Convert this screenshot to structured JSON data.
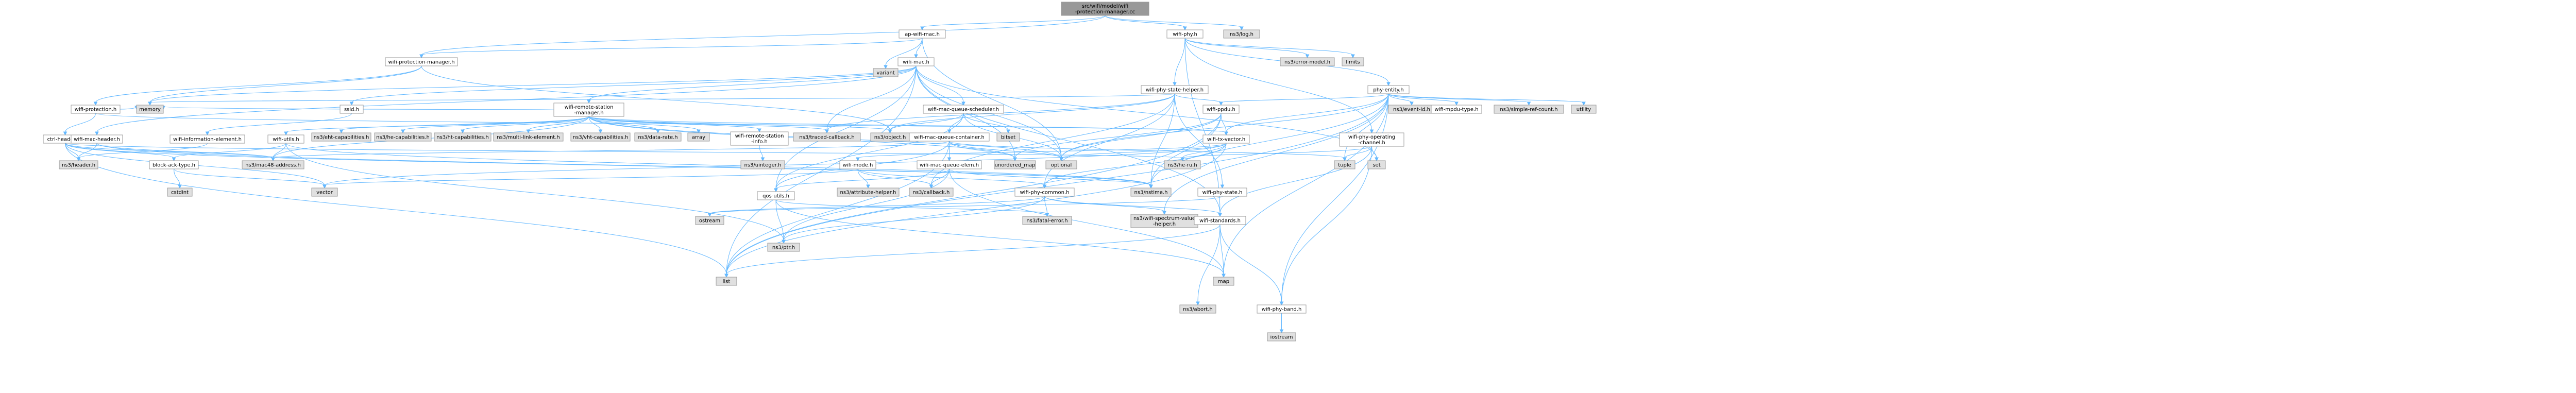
{
  "colors": {
    "root_fill": "#999999",
    "local_fill": "#ffffff",
    "system_fill": "#e0e0e0",
    "border": "#999999",
    "edge": "#63b8ff"
  },
  "nodes": [
    {
      "id": "root",
      "lines": [
        "src/wifi/model/wifi",
        "-protection-manager.cc"
      ],
      "kind": "root"
    },
    {
      "id": "ap_wifi_mac",
      "lines": [
        "ap-wifi-mac.h"
      ],
      "kind": "local"
    },
    {
      "id": "wifi_phy",
      "lines": [
        "wifi-phy.h"
      ],
      "kind": "local"
    },
    {
      "id": "ns3_log",
      "lines": [
        "ns3/log.h"
      ],
      "kind": "system"
    },
    {
      "id": "wifi_protection_manager",
      "lines": [
        "wifi-protection-manager.h"
      ],
      "kind": "local"
    },
    {
      "id": "wifi_mac",
      "lines": [
        "wifi-mac.h"
      ],
      "kind": "local"
    },
    {
      "id": "variant",
      "lines": [
        "variant"
      ],
      "kind": "system"
    },
    {
      "id": "ns3_error_model",
      "lines": [
        "ns3/error-model.h"
      ],
      "kind": "system"
    },
    {
      "id": "limits",
      "lines": [
        "limits"
      ],
      "kind": "system"
    },
    {
      "id": "wifi_phy_state_helper",
      "lines": [
        "wifi-phy-state-helper.h"
      ],
      "kind": "local"
    },
    {
      "id": "phy_entity",
      "lines": [
        "phy-entity.h"
      ],
      "kind": "local"
    },
    {
      "id": "wifi_protection",
      "lines": [
        "wifi-protection.h"
      ],
      "kind": "local"
    },
    {
      "id": "memory",
      "lines": [
        "memory"
      ],
      "kind": "system"
    },
    {
      "id": "ssid",
      "lines": [
        "ssid.h"
      ],
      "kind": "local"
    },
    {
      "id": "wifi_remote_station_manager",
      "lines": [
        "wifi-remote-station",
        "-manager.h"
      ],
      "kind": "local"
    },
    {
      "id": "wifi_mac_queue_scheduler",
      "lines": [
        "wifi-mac-queue-scheduler.h"
      ],
      "kind": "local"
    },
    {
      "id": "wifi_ppdu",
      "lines": [
        "wifi-ppdu.h"
      ],
      "kind": "local"
    },
    {
      "id": "ns3_event_id",
      "lines": [
        "ns3/event-id.h"
      ],
      "kind": "system"
    },
    {
      "id": "wifi_mpdu_type",
      "lines": [
        "wifi-mpdu-type.h"
      ],
      "kind": "local"
    },
    {
      "id": "ns3_simple_ref_count",
      "lines": [
        "ns3/simple-ref-count.h"
      ],
      "kind": "system"
    },
    {
      "id": "utility",
      "lines": [
        "utility"
      ],
      "kind": "system"
    },
    {
      "id": "ctrl_headers",
      "lines": [
        "ctrl-headers.h"
      ],
      "kind": "local"
    },
    {
      "id": "wifi_mac_header",
      "lines": [
        "wifi-mac-header.h"
      ],
      "kind": "local"
    },
    {
      "id": "wifi_information_element",
      "lines": [
        "wifi-information-element.h"
      ],
      "kind": "local"
    },
    {
      "id": "wifi_utils",
      "lines": [
        "wifi-utils.h"
      ],
      "kind": "local"
    },
    {
      "id": "ns3_eht_capabilities",
      "lines": [
        "ns3/eht-capabilities.h"
      ],
      "kind": "system"
    },
    {
      "id": "ns3_he_capabilities",
      "lines": [
        "ns3/he-capabilities.h"
      ],
      "kind": "system"
    },
    {
      "id": "ns3_ht_capabilities",
      "lines": [
        "ns3/ht-capabilities.h"
      ],
      "kind": "system"
    },
    {
      "id": "ns3_multi_link_element",
      "lines": [
        "ns3/multi-link-element.h"
      ],
      "kind": "system"
    },
    {
      "id": "ns3_vht_capabilities",
      "lines": [
        "ns3/vht-capabilities.h"
      ],
      "kind": "system"
    },
    {
      "id": "ns3_data_rate",
      "lines": [
        "ns3/data-rate.h"
      ],
      "kind": "system"
    },
    {
      "id": "array",
      "lines": [
        "array"
      ],
      "kind": "system"
    },
    {
      "id": "wifi_remote_station_info",
      "lines": [
        "wifi-remote-station",
        "-info.h"
      ],
      "kind": "local"
    },
    {
      "id": "ns3_traced_callback",
      "lines": [
        "ns3/traced-callback.h"
      ],
      "kind": "system"
    },
    {
      "id": "ns3_object",
      "lines": [
        "ns3/object.h"
      ],
      "kind": "system"
    },
    {
      "id": "wifi_mac_queue_container",
      "lines": [
        "wifi-mac-queue-container.h"
      ],
      "kind": "local"
    },
    {
      "id": "bitset",
      "lines": [
        "bitset"
      ],
      "kind": "system"
    },
    {
      "id": "wifi_tx_vector",
      "lines": [
        "wifi-tx-vector.h"
      ],
      "kind": "local"
    },
    {
      "id": "wifi_phy_operating_channel",
      "lines": [
        "wifi-phy-operating",
        "-channel.h"
      ],
      "kind": "local"
    },
    {
      "id": "ns3_header",
      "lines": [
        "ns3/header.h"
      ],
      "kind": "system"
    },
    {
      "id": "block_ack_type",
      "lines": [
        "block-ack-type.h"
      ],
      "kind": "local"
    },
    {
      "id": "ns3_mac48_address",
      "lines": [
        "ns3/mac48-address.h"
      ],
      "kind": "system"
    },
    {
      "id": "ns3_uinteger",
      "lines": [
        "ns3/uinteger.h"
      ],
      "kind": "system"
    },
    {
      "id": "wifi_mode",
      "lines": [
        "wifi-mode.h"
      ],
      "kind": "local"
    },
    {
      "id": "wifi_mac_queue_elem",
      "lines": [
        "wifi-mac-queue-elem.h"
      ],
      "kind": "local"
    },
    {
      "id": "unordered_map",
      "lines": [
        "unordered_map"
      ],
      "kind": "system"
    },
    {
      "id": "optional",
      "lines": [
        "optional"
      ],
      "kind": "system"
    },
    {
      "id": "ns3_he_ru",
      "lines": [
        "ns3/he-ru.h"
      ],
      "kind": "system"
    },
    {
      "id": "tuple",
      "lines": [
        "tuple"
      ],
      "kind": "system"
    },
    {
      "id": "set",
      "lines": [
        "set"
      ],
      "kind": "system"
    },
    {
      "id": "cstdint",
      "lines": [
        "cstdint"
      ],
      "kind": "system"
    },
    {
      "id": "vector",
      "lines": [
        "vector"
      ],
      "kind": "system"
    },
    {
      "id": "ns3_attribute_helper",
      "lines": [
        "ns3/attribute-helper.h"
      ],
      "kind": "system"
    },
    {
      "id": "ns3_callback",
      "lines": [
        "ns3/callback.h"
      ],
      "kind": "system"
    },
    {
      "id": "ns3_nstime",
      "lines": [
        "ns3/nstime.h"
      ],
      "kind": "system"
    },
    {
      "id": "qos_utils",
      "lines": [
        "qos-utils.h"
      ],
      "kind": "local"
    },
    {
      "id": "wifi_phy_common",
      "lines": [
        "wifi-phy-common.h"
      ],
      "kind": "local"
    },
    {
      "id": "wifi_phy_state",
      "lines": [
        "wifi-phy-state.h"
      ],
      "kind": "local"
    },
    {
      "id": "ostream",
      "lines": [
        "ostream"
      ],
      "kind": "system"
    },
    {
      "id": "ns3_fatal_error",
      "lines": [
        "ns3/fatal-error.h"
      ],
      "kind": "system"
    },
    {
      "id": "ns3_wifi_spectrum_value_helper",
      "lines": [
        "ns3/wifi-spectrum-value",
        "-helper.h"
      ],
      "kind": "system"
    },
    {
      "id": "wifi_standards",
      "lines": [
        "wifi-standards.h"
      ],
      "kind": "local"
    },
    {
      "id": "ns3_ptr",
      "lines": [
        "ns3/ptr.h"
      ],
      "kind": "system"
    },
    {
      "id": "list",
      "lines": [
        "list"
      ],
      "kind": "system"
    },
    {
      "id": "map",
      "lines": [
        "map"
      ],
      "kind": "system"
    },
    {
      "id": "ns3_abort",
      "lines": [
        "ns3/abort.h"
      ],
      "kind": "system"
    },
    {
      "id": "wifi_phy_band",
      "lines": [
        "wifi-phy-band.h"
      ],
      "kind": "local"
    },
    {
      "id": "iostream",
      "lines": [
        "iostream"
      ],
      "kind": "system"
    }
  ],
  "edges": [
    [
      "root",
      "ap_wifi_mac"
    ],
    [
      "root",
      "wifi_phy"
    ],
    [
      "root",
      "ns3_log"
    ],
    [
      "root",
      "wifi_protection_manager"
    ],
    [
      "ap_wifi_mac",
      "wifi_mac"
    ],
    [
      "ap_wifi_mac",
      "variant"
    ],
    [
      "ap_wifi_mac",
      "wifi_protection_manager"
    ],
    [
      "ap_wifi_mac",
      "optional"
    ],
    [
      "wifi_phy",
      "ns3_error_model"
    ],
    [
      "wifi_phy",
      "limits"
    ],
    [
      "wifi_phy",
      "wifi_phy_state_helper"
    ],
    [
      "wifi_phy",
      "phy_entity"
    ],
    [
      "wifi_phy",
      "wifi_phy_operating_channel"
    ],
    [
      "wifi_phy",
      "wifi_standards"
    ],
    [
      "wifi_protection_manager",
      "wifi_protection"
    ],
    [
      "wifi_protection_manager",
      "memory"
    ],
    [
      "wifi_protection_manager",
      "ns3_object"
    ],
    [
      "wifi_mac",
      "ssid"
    ],
    [
      "wifi_mac",
      "wifi_remote_station_manager"
    ],
    [
      "wifi_mac",
      "wifi_mac_queue_scheduler"
    ],
    [
      "wifi_mac",
      "wifi_standards"
    ],
    [
      "wifi_mac",
      "memory"
    ],
    [
      "wifi_mac",
      "qos_utils"
    ],
    [
      "wifi_mac",
      "ns3_traced_callback"
    ],
    [
      "wifi_mac",
      "wifi_mac_header"
    ],
    [
      "wifi_mac",
      "unordered_map"
    ],
    [
      "wifi_mac",
      "optional"
    ],
    [
      "wifi_mac",
      "set"
    ],
    [
      "wifi_mac",
      "list"
    ],
    [
      "wifi_phy_state_helper",
      "wifi_ppdu"
    ],
    [
      "wifi_phy_state_helper",
      "ns3_object"
    ],
    [
      "wifi_phy_state_helper",
      "wifi_phy_state"
    ],
    [
      "wifi_phy_state_helper",
      "ns3_traced_callback"
    ],
    [
      "wifi_phy_state_helper",
      "ns3_callback"
    ],
    [
      "wifi_phy_state_helper",
      "ns3_nstime"
    ],
    [
      "wifi_phy_state_helper",
      "wifi_phy_common"
    ],
    [
      "wifi_phy_state_helper",
      "memory"
    ],
    [
      "phy_entity",
      "wifi_ppdu"
    ],
    [
      "phy_entity",
      "wifi_tx_vector"
    ],
    [
      "phy_entity",
      "wifi_phy_band"
    ],
    [
      "phy_entity",
      "ns3_event_id"
    ],
    [
      "phy_entity",
      "wifi_mpdu_type"
    ],
    [
      "phy_entity",
      "ns3_simple_ref_count"
    ],
    [
      "phy_entity",
      "utility"
    ],
    [
      "phy_entity",
      "list"
    ],
    [
      "phy_entity",
      "map"
    ],
    [
      "phy_entity",
      "tuple"
    ],
    [
      "phy_entity",
      "ns3_nstime"
    ],
    [
      "phy_entity",
      "ns3_wifi_spectrum_value_helper"
    ],
    [
      "phy_entity",
      "optional"
    ],
    [
      "wifi_protection",
      "ctrl_headers"
    ],
    [
      "wifi_protection",
      "wifi_tx_vector"
    ],
    [
      "wifi_protection",
      "memory"
    ],
    [
      "ssid",
      "wifi_information_element"
    ],
    [
      "wifi_remote_station_manager",
      "wifi_utils"
    ],
    [
      "wifi_remote_station_manager",
      "wifi_remote_station_info"
    ],
    [
      "wifi_remote_station_manager",
      "ns3_eht_capabilities"
    ],
    [
      "wifi_remote_station_manager",
      "ns3_he_capabilities"
    ],
    [
      "wifi_remote_station_manager",
      "ns3_ht_capabilities"
    ],
    [
      "wifi_remote_station_manager",
      "ns3_multi_link_element"
    ],
    [
      "wifi_remote_station_manager",
      "ns3_vht_capabilities"
    ],
    [
      "wifi_remote_station_manager",
      "ns3_data_rate"
    ],
    [
      "wifi_remote_station_manager",
      "array"
    ],
    [
      "wifi_remote_station_manager",
      "ns3_traced_callback"
    ],
    [
      "wifi_remote_station_manager",
      "ns3_object"
    ],
    [
      "wifi_remote_station_manager",
      "wifi_tx_vector"
    ],
    [
      "wifi_remote_station_manager",
      "ns3_mac48_address"
    ],
    [
      "wifi_remote_station_manager",
      "unordered_map"
    ],
    [
      "wifi_remote_station_manager",
      "optional"
    ],
    [
      "wifi_remote_station_manager",
      "memory"
    ],
    [
      "wifi_mac_queue_scheduler",
      "wifi_mac_queue_container"
    ],
    [
      "wifi_mac_queue_scheduler",
      "bitset"
    ],
    [
      "wifi_mac_queue_scheduler",
      "ns3_object"
    ],
    [
      "wifi_mac_queue_scheduler",
      "optional"
    ],
    [
      "wifi_mac_queue_scheduler",
      "qos_utils"
    ],
    [
      "wifi_ppdu",
      "wifi_tx_vector"
    ],
    [
      "wifi_ppdu",
      "ns3_nstime"
    ],
    [
      "wifi_ppdu",
      "list"
    ],
    [
      "wifi_ppdu",
      "unordered_map"
    ],
    [
      "wifi_ppdu",
      "optional"
    ],
    [
      "ctrl_headers",
      "ns3_header"
    ],
    [
      "ctrl_headers",
      "block_ack_type"
    ],
    [
      "ctrl_headers",
      "ns3_mac48_address"
    ],
    [
      "ctrl_headers",
      "ns3_he_ru"
    ],
    [
      "ctrl_headers",
      "vector"
    ],
    [
      "ctrl_headers",
      "list"
    ],
    [
      "ctrl_headers",
      "ns3_nstime"
    ],
    [
      "wifi_mac_header",
      "ns3_header"
    ],
    [
      "wifi_mac_header",
      "ns3_mac48_address"
    ],
    [
      "wifi_mac_header",
      "ns3_nstime"
    ],
    [
      "wifi_information_element",
      "ns3_header"
    ],
    [
      "wifi_utils",
      "block_ack_type"
    ],
    [
      "wifi_utils",
      "ns3_mac48_address"
    ],
    [
      "wifi_utils",
      "ns3_ptr"
    ],
    [
      "wifi_utils",
      "ns3_nstime"
    ],
    [
      "wifi_remote_station_info",
      "ns3_uinteger"
    ],
    [
      "wifi_mac_queue_container",
      "wifi_mac_queue_elem"
    ],
    [
      "wifi_mac_queue_container",
      "qos_utils"
    ],
    [
      "wifi_mac_queue_container",
      "ns3_mac48_address"
    ],
    [
      "wifi_mac_queue_container",
      "list"
    ],
    [
      "wifi_mac_queue_container",
      "tuple"
    ],
    [
      "wifi_mac_queue_container",
      "unordered_map"
    ],
    [
      "wifi_mac_queue_container",
      "optional"
    ],
    [
      "wifi_tx_vector",
      "wifi_mode"
    ],
    [
      "wifi_tx_vector",
      "wifi_phy_common"
    ],
    [
      "wifi_tx_vector",
      "ns3_he_ru"
    ],
    [
      "wifi_tx_vector",
      "list"
    ],
    [
      "wifi_tx_vector",
      "optional"
    ],
    [
      "wifi_tx_vector",
      "vector"
    ],
    [
      "wifi_phy_operating_channel",
      "wifi_phy_band"
    ],
    [
      "wifi_phy_operating_channel",
      "wifi_standards"
    ],
    [
      "wifi_phy_operating_channel",
      "ns3_he_ru"
    ],
    [
      "wifi_phy_operating_channel",
      "set"
    ],
    [
      "wifi_phy_operating_channel",
      "tuple"
    ],
    [
      "block_ack_type",
      "cstdint"
    ],
    [
      "block_ack_type",
      "vector"
    ],
    [
      "wifi_mode",
      "ns3_attribute_helper"
    ],
    [
      "wifi_mode",
      "ns3_callback"
    ],
    [
      "wifi_mode",
      "vector"
    ],
    [
      "wifi_mode",
      "wifi_phy_common"
    ],
    [
      "wifi_mac_queue_elem",
      "ns3_callback"
    ],
    [
      "wifi_mac_queue_elem",
      "ns3_nstime"
    ],
    [
      "wifi_mac_queue_elem",
      "ns3_ptr"
    ],
    [
      "wifi_mac_queue_elem",
      "map"
    ],
    [
      "wifi_mac_queue_elem",
      "qos_utils"
    ],
    [
      "qos_utils",
      "ns3_fatal_error"
    ],
    [
      "qos_utils",
      "ns3_ptr"
    ],
    [
      "qos_utils",
      "map"
    ],
    [
      "wifi_phy_common",
      "ostream"
    ],
    [
      "wifi_phy_common",
      "ns3_fatal_error"
    ],
    [
      "wifi_phy_common",
      "ns3_ptr"
    ],
    [
      "wifi_phy_common",
      "wifi_standards"
    ],
    [
      "wifi_phy_common",
      "ns3_wifi_spectrum_value_helper"
    ],
    [
      "wifi_phy_state",
      "ostream"
    ],
    [
      "wifi_standards",
      "ns3_abort"
    ],
    [
      "wifi_standards",
      "wifi_phy_band"
    ],
    [
      "wifi_standards",
      "list"
    ],
    [
      "wifi_standards",
      "map"
    ],
    [
      "wifi_phy_band",
      "iostream"
    ]
  ]
}
